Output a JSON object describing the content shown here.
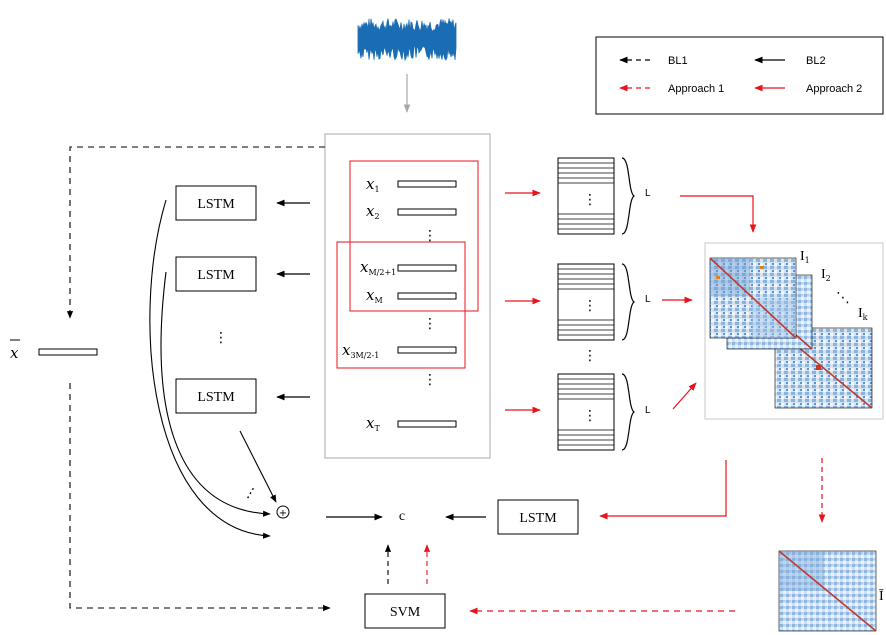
{
  "legend": {
    "bl1": "BL1",
    "bl2": "BL2",
    "approach1": "Approach 1",
    "approach2": "Approach 2"
  },
  "lstm_label": "LSTM",
  "svm_label": "SVM",
  "classifier_label": "c",
  "sum_symbol": "+",
  "mean_vector_label": "x",
  "window_size_label": "L",
  "variables": [
    {
      "base": "x",
      "sub": "1"
    },
    {
      "base": "x",
      "sub": "2"
    },
    {
      "base": "x",
      "sub": "M/2+1"
    },
    {
      "base": "x",
      "sub": "M"
    },
    {
      "base": "x",
      "sub": "3M/2-1"
    },
    {
      "base": "x",
      "sub": "T"
    }
  ],
  "image_labels": {
    "first": {
      "base": "I",
      "sub": "1"
    },
    "second": {
      "base": "I",
      "sub": "2"
    },
    "kth": {
      "base": "I",
      "sub": "k"
    },
    "mean": "Ī"
  },
  "colors": {
    "black": "#000000",
    "red": "#e8141b",
    "signal_blue": "#1a6db3",
    "frame_gray": "#a8a8a8"
  }
}
